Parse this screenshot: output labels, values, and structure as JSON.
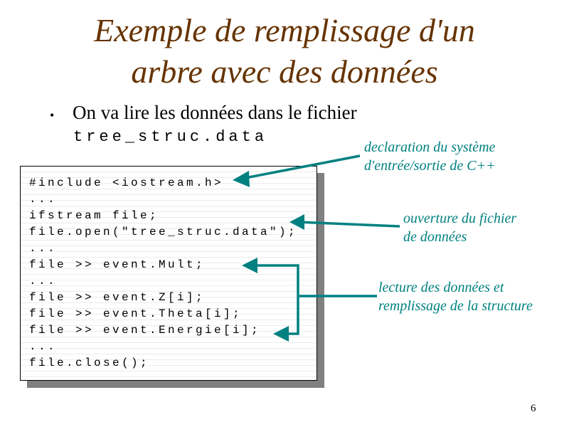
{
  "title": {
    "line1": "Exemple de remplissage d'un",
    "line2": "arbre avec des données"
  },
  "bullet": {
    "symbol": "•",
    "text": "On va lire les données dans le fichier",
    "filename": "tree_struc.data"
  },
  "code_lines": [
    "#include <iostream.h>",
    "...",
    "ifstream file;",
    "file.open(\"tree_struc.data\");",
    "...",
    "file >> event.Mult;",
    "...",
    "file >> event.Z[i];",
    "file >> event.Theta[i];",
    "file >> event.Energie[i];",
    "...",
    "file.close();"
  ],
  "annotations": {
    "declaration": {
      "line1": "declaration du système",
      "line2": "d'entrée/sortie de C++"
    },
    "ouverture": {
      "line1": "ouverture du fichier",
      "line2": "de données"
    },
    "lecture": {
      "line1": "lecture des données et",
      "line2": "remplissage de la structure"
    }
  },
  "page_number": "6",
  "colors": {
    "title": "#663300",
    "annotation": "#008080",
    "shadow": "#808080"
  }
}
